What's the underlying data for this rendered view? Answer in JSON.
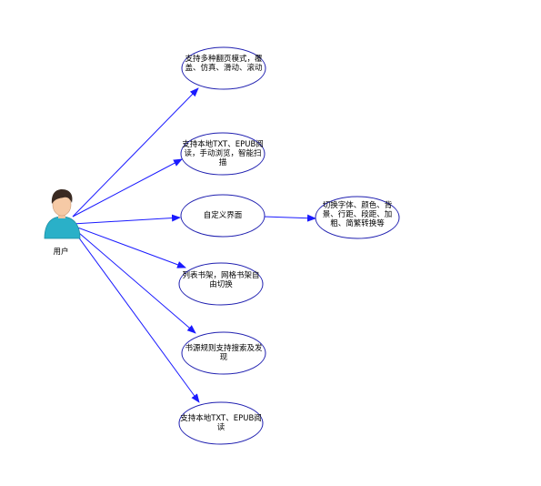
{
  "actor": {
    "label": "用户",
    "icon": "user-icon"
  },
  "colors": {
    "edge": "#1a1aff",
    "ellipse_stroke": "#1f1fb0",
    "background": "#ffffff"
  },
  "nodes": [
    {
      "id": "n1",
      "text": "支持多种翻页模式，覆盖、仿真、滑动、滚动"
    },
    {
      "id": "n2",
      "text": "支持本地TXT、EPUB阅读，手动浏览，智能扫描"
    },
    {
      "id": "n3",
      "text": "自定义界面"
    },
    {
      "id": "n4",
      "text": "切换字体、颜色、背景、行距、段距、加粗、简繁转换等"
    },
    {
      "id": "n5",
      "text": "列表书架，网格书架自由切换"
    },
    {
      "id": "n6",
      "text": "书源规则支持搜索及发现"
    },
    {
      "id": "n7",
      "text": "支持本地TXT、EPUB阅读"
    }
  ]
}
